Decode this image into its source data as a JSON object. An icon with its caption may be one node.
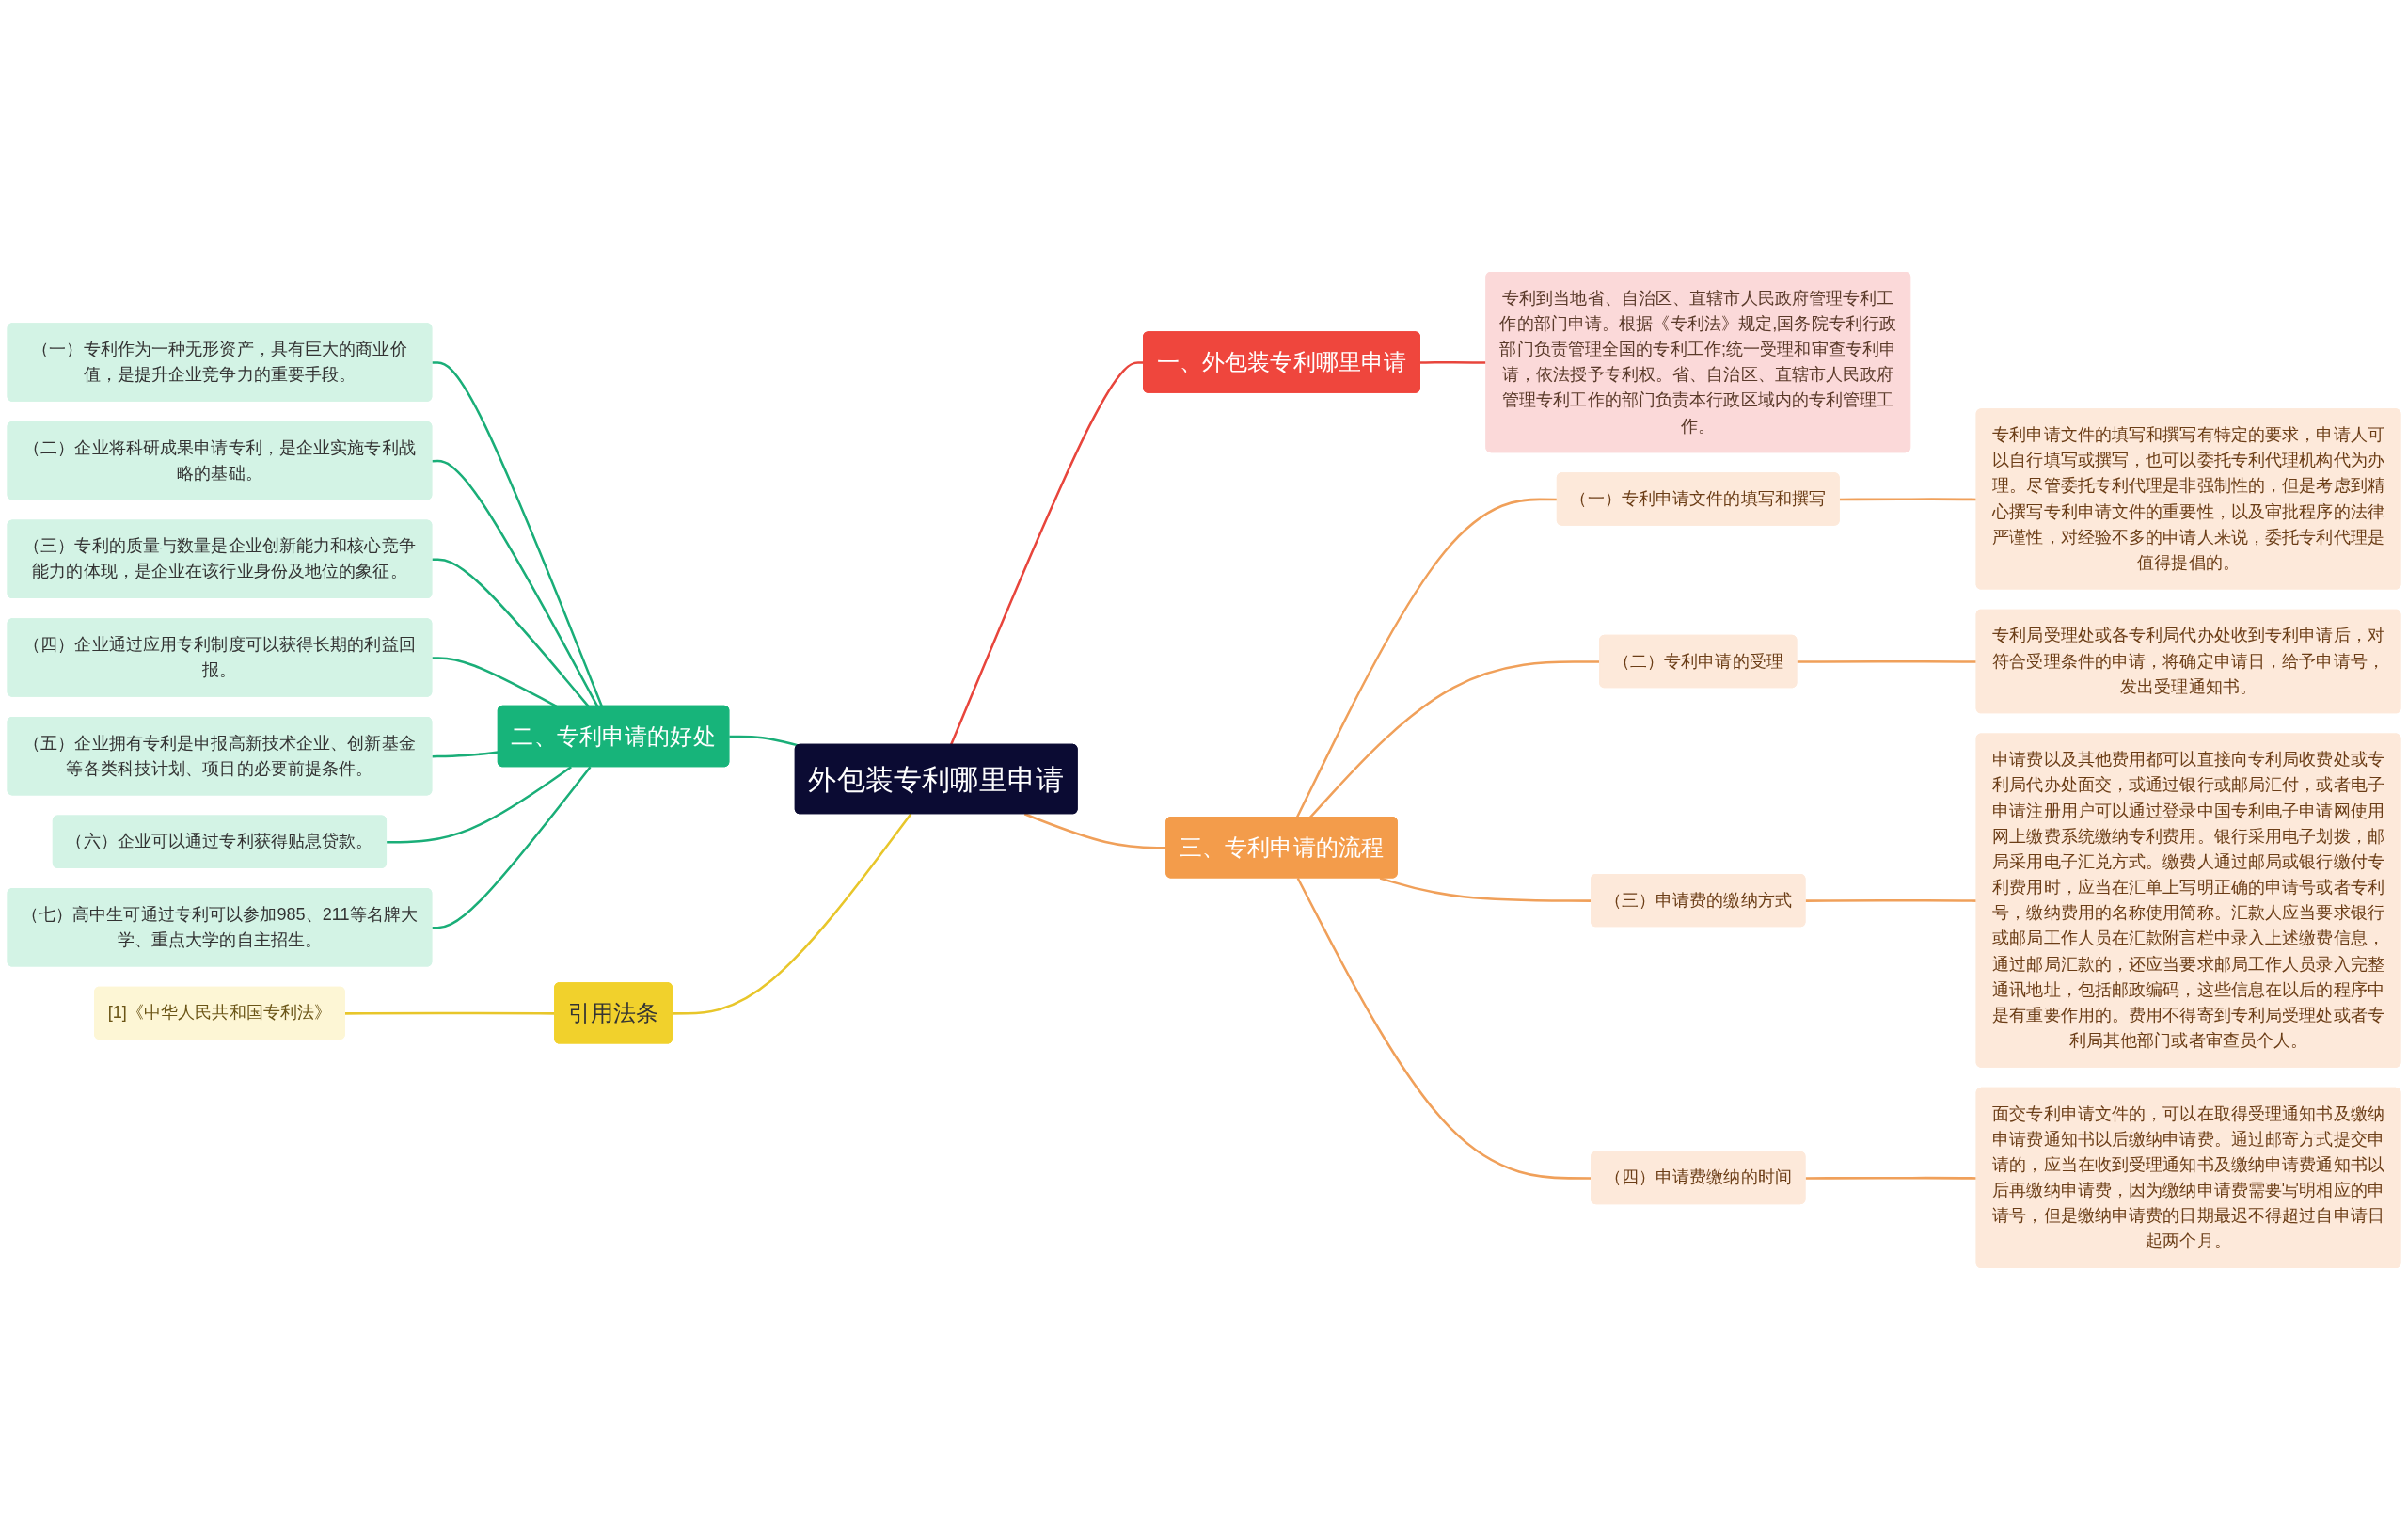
{
  "diagram": {
    "nodes": [
      {
        "text": [
          "外包装专利哪里申请"
        ]
      },
      {
        "text": [
          "一、外包装专利哪里申请"
        ]
      },
      {
        "text": [
          "专利到当地省、自治区、直辖市人民政府管理专利工作的部门申请。根据《专利法》规定,国务院专利行政部门负责管理全国的专利工作;统一受理和审查专利申请，依法授予专利权。省、自治区、直辖市人民政府管理专利工作的部门负责本行政区域内的专利管理工作。"
        ]
      },
      {
        "text": [
          "二、专利申请的好处"
        ]
      },
      {
        "text": [
          "（一）专利作为一种无形资产，具有巨大的商业价值，是提升企业竞争力的重要手段。"
        ]
      },
      {
        "text": [
          "（二）企业将科研成果申请专利，是企业实施专利战略的基础。"
        ]
      },
      {
        "text": [
          "（三）专利的质量与数量是企业创新能力和核心竞争能力的体现，是企业在该行业身份及地位的象征。"
        ]
      },
      {
        "text": [
          "（四）企业通过应用专利制度可以获得长期的利益回报。"
        ]
      },
      {
        "text": [
          "（五）企业拥有专利是申报高新技术企业、创新基金等各类科技计划、项目的必要前提条件。"
        ]
      },
      {
        "text": [
          "（六）企业可以通过专利获得贴息贷款。"
        ]
      },
      {
        "text": [
          "（七）高中生可通过专利可以参加985、211等名牌大学、重点大学的自主招生。"
        ]
      },
      {
        "text": [
          "三、专利申请的流程"
        ]
      },
      {
        "text": [
          "（一）专利申请文件的填写和撰写"
        ]
      },
      {
        "text": [
          "专利申请文件的填写和撰写有特定的要求，申请人可以自行填写或撰写，也可以委托专利代理机构代为办理。尽管委托专利代理是非强制性的，但是考虑到精心撰写专利申请文件的重要性，以及审批程序的法律严谨性，对经验不多的申请人来说，委托专利代理是值得提倡的。"
        ]
      },
      {
        "text": [
          "（二）专利申请的受理"
        ]
      },
      {
        "text": [
          "专利局受理处或各专利局代办处收到专利申请后，对符合受理条件的申请，将确定申请日，给予申请号，发出受理通知书。"
        ]
      },
      {
        "text": [
          "（三）申请费的缴纳方式"
        ]
      },
      {
        "text": [
          "申请费以及其他费用都可以直接向专利局收费处或专利局代办处面交，或通过银行或邮局汇付，或者电子申请注册用户可以通过登录中国专利电子申请网使用网上缴费系统缴纳专利费用。银行采用电子划拨，邮局采用电子汇兑方式。缴费人通过邮局或银行缴付专利费用时，应当在汇单上写明正确的申请号或者专利号，缴纳费用的名称使用简称。汇款人应当要求银行或邮局工作人员在汇款附言栏中录入上述缴费信息，通过邮局汇款的，还应当要求邮局工作人员录入完整通讯地址，包括邮政编码，这些信息在以后的程序中是有重要作用的。费用不得寄到专利局受理处或者专利局其他部门或者审查员个人。"
        ]
      },
      {
        "text": [
          "（四）申请费缴纳的时间"
        ]
      },
      {
        "text": [
          "面交专利申请文件的，可以在取得受理通知书及缴纳申请费通知书以后缴纳申请费。通过邮寄方式提交申请的，应当在收到受理通知书及缴纳申请费通知书以后再缴纳申请费，因为缴纳申请费需要写明相应的申请号，但是缴纳申请费的日期最迟不得超过自申请日起两个月。"
        ]
      },
      {
        "text": [
          "引用法条"
        ]
      },
      {
        "text": [
          "[1]《中华人民共和国专利法》"
        ]
      }
    ],
    "edges": [
      {
        "from": 0,
        "to": 1,
        "arrow": "none",
        "color": "#e8453c"
      },
      {
        "from": 1,
        "to": 2,
        "arrow": "none",
        "color": "#e8453c"
      },
      {
        "from": 0,
        "to": 3,
        "arrow": "none",
        "color": "#1aae78"
      },
      {
        "from": 3,
        "to": 4,
        "arrow": "none",
        "color": "#1aae78"
      },
      {
        "from": 3,
        "to": 5,
        "arrow": "none",
        "color": "#1aae78"
      },
      {
        "from": 3,
        "to": 6,
        "arrow": "none",
        "color": "#1aae78"
      },
      {
        "from": 3,
        "to": 7,
        "arrow": "none",
        "color": "#1aae78"
      },
      {
        "from": 3,
        "to": 8,
        "arrow": "none",
        "color": "#1aae78"
      },
      {
        "from": 3,
        "to": 9,
        "arrow": "none",
        "color": "#1aae78"
      },
      {
        "from": 3,
        "to": 10,
        "arrow": "none",
        "color": "#1aae78"
      },
      {
        "from": 0,
        "to": 11,
        "arrow": "none"
      },
      {
        "from": 11,
        "to": 12,
        "arrow": "none"
      },
      {
        "from": 12,
        "to": 13,
        "arrow": "none"
      },
      {
        "from": 11,
        "to": 14,
        "arrow": "none"
      },
      {
        "from": 14,
        "to": 15,
        "arrow": "none"
      },
      {
        "from": 11,
        "to": 16,
        "arrow": "none"
      },
      {
        "from": 16,
        "to": 17,
        "arrow": "none"
      },
      {
        "from": 11,
        "to": 18,
        "arrow": "none"
      },
      {
        "from": 18,
        "to": 19,
        "arrow": "none"
      },
      {
        "from": 0,
        "to": 20,
        "arrow": "none",
        "color": "#e8c62a"
      },
      {
        "from": 20,
        "to": 21,
        "arrow": "none",
        "color": "#e8c62a"
      }
    ]
  }
}
